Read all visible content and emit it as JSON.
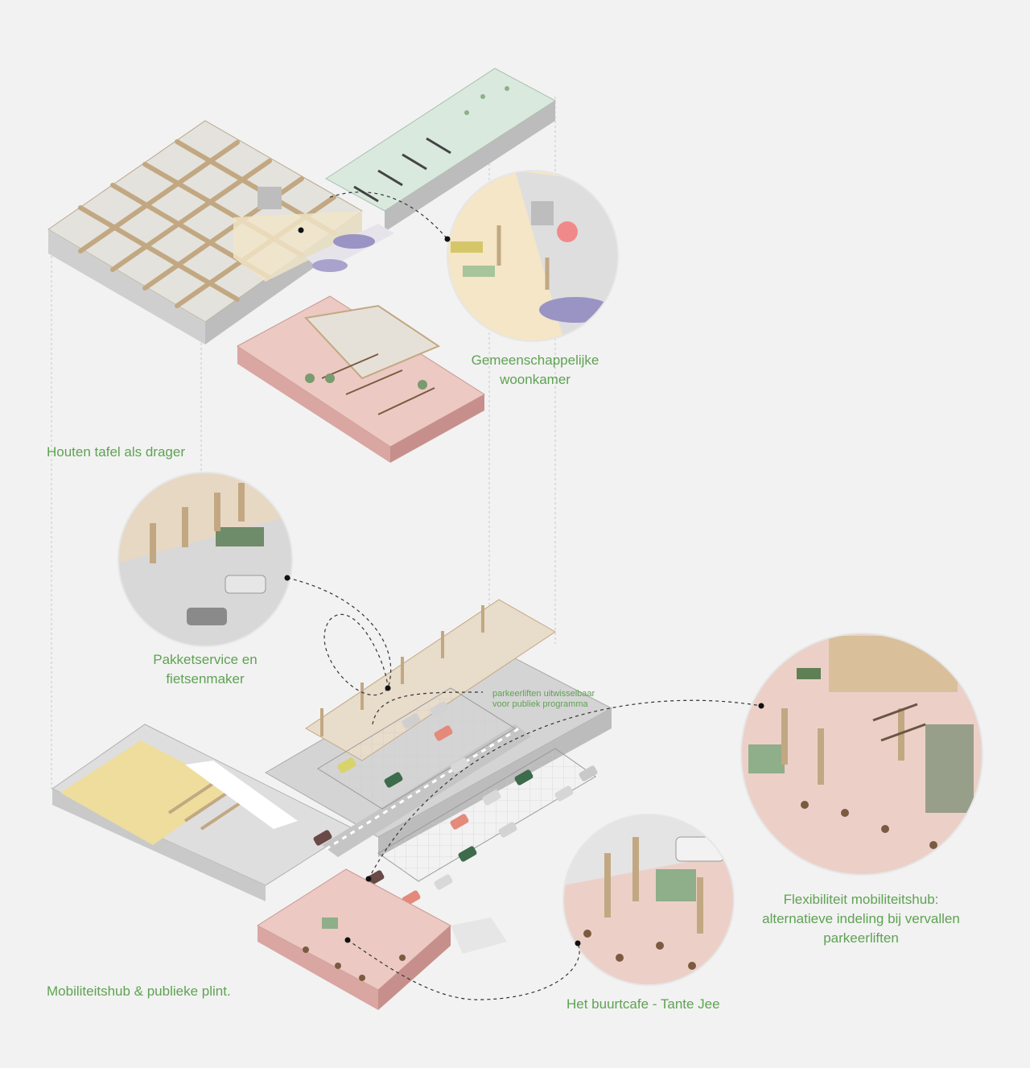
{
  "colors": {
    "background": "#f2f2f2",
    "label_green": "#5fa253",
    "timber": "#cdb592",
    "wall_pink": "#d9a6a2",
    "floor_pink": "#ecc9c2",
    "floor_grey": "#dcdcdc",
    "accent_green": "#8fae8a",
    "floor_yellow": "#eedd9c",
    "garden_lavender": "#9a94c4",
    "line_dark": "#333333"
  },
  "labels": {
    "woonkamer": [
      "Gemeenschappelijke",
      "woonkamer"
    ],
    "tafel": "Houten tafel als drager",
    "pakket": [
      "Pakketservice en",
      "fietsenmaker"
    ],
    "parkeer": [
      "parkeerliften uitwisselbaar",
      "voor publiek programma"
    ],
    "flex": [
      "Flexibiliteit mobiliteitshub:",
      "alternatieve indeling bij vervallen",
      "parkeerliften"
    ],
    "hub": "Mobiliteitshub & publieke plint.",
    "cafe": "Het buurtcafe - Tante Jee"
  },
  "icons": [
    "callout-dot-icon",
    "detail-circle-icon"
  ]
}
